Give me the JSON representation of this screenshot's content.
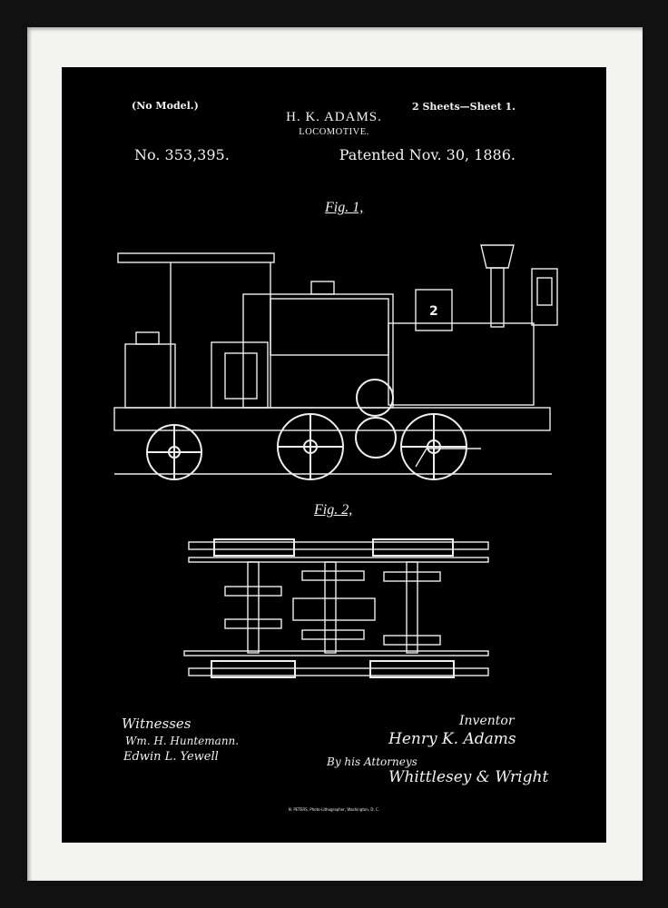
{
  "header": {
    "model_note": "(No Model.)",
    "sheets": "2 Sheets—Sheet 1.",
    "inventor_name": "H. K. ADAMS.",
    "subject": "LOCOMOTIVE.",
    "patent_number": "No. 353,395.",
    "patent_date": "Patented Nov. 30, 1886."
  },
  "figures": {
    "fig1_label": "Fig. 1,",
    "fig2_label": "Fig. 2,",
    "engine_number": "2"
  },
  "footer": {
    "witnesses_label": "Witnesses",
    "witness_1": "Wm. H. Huntemann.",
    "witness_2": "Edwin L. Yewell",
    "inventor_label": "Inventor",
    "inventor_signature": "Henry K. Adams",
    "attorneys_label": "By his Attorneys",
    "attorney_signature": "Whittlesey & Wright",
    "printer_note": "N. PETERS, Photo-Lithographer, Washington, D. C."
  },
  "colors": {
    "frame": "#111111",
    "mat": "#f4f4f2",
    "print_background": "#000000",
    "ink": "#f2f2f2"
  }
}
